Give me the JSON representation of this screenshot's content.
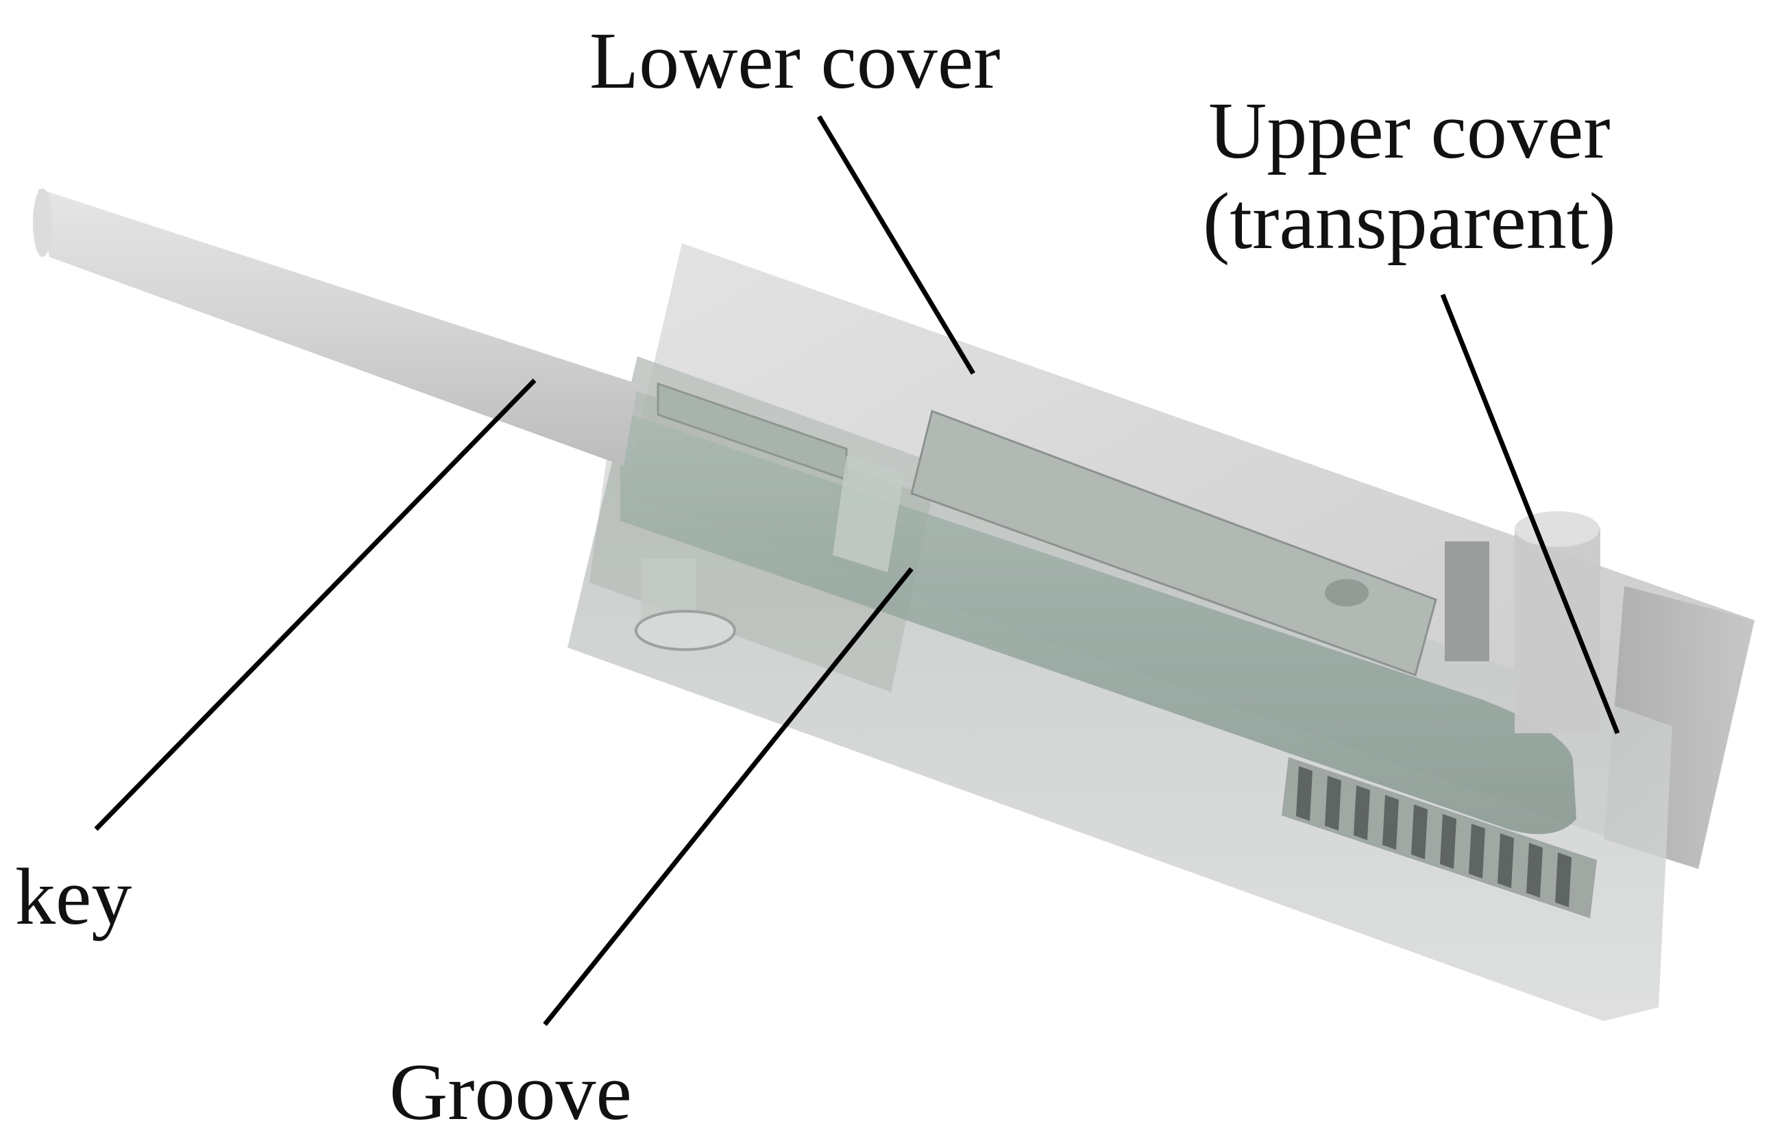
{
  "labels": {
    "lower_cover": "Lower cover",
    "upper_cover_line1": "Upper cover",
    "upper_cover_line2": "(transparent)",
    "key": "key",
    "groove": "Groove"
  },
  "colors": {
    "background": "#ffffff",
    "leader_line": "#000000",
    "key_rod": "#d9d9d9",
    "lower_cover_body": "#c8c8c8",
    "upper_cover_transparent": "#b7beb9",
    "groove_channel": "#8fa39a",
    "text": "#111111"
  }
}
